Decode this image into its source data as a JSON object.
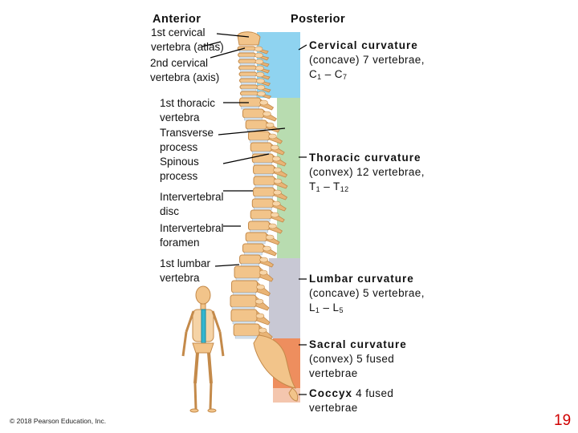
{
  "headers": {
    "anterior": "Anterior",
    "posterior": "Posterior"
  },
  "left_labels": {
    "atlas": [
      "1st cervical",
      "vertebra (atlas)"
    ],
    "axis": [
      "2nd cervical",
      "vertebra (axis)"
    ],
    "first_thoracic": [
      "1st thoracic",
      "vertebra"
    ],
    "transverse": [
      "Transverse",
      "process"
    ],
    "spinous": [
      "Spinous",
      "process"
    ],
    "disc": [
      "Intervertebral",
      "disc"
    ],
    "foramen": [
      "Intervertebral",
      "foramen"
    ],
    "first_lumbar": [
      "1st lumbar",
      "vertebra"
    ]
  },
  "right_labels": {
    "cervical": {
      "title": "Cervical curvature",
      "line2": "(concave) 7 vertebrae,",
      "from": "C",
      "from_sub": "1",
      "dash": " – ",
      "to": "C",
      "to_sub": "7"
    },
    "thoracic": {
      "title": "Thoracic curvature",
      "line2": "(convex) 12 vertebrae,",
      "from": "T",
      "from_sub": "1",
      "dash": " – ",
      "to": "T",
      "to_sub": "12"
    },
    "lumbar": {
      "title": "Lumbar curvature",
      "line2": "(concave) 5 vertebrae,",
      "from": "L",
      "from_sub": "1",
      "dash": " – ",
      "to": "L",
      "to_sub": "5"
    },
    "sacral": {
      "title": "Sacral curvature",
      "line2": "(convex) 5 fused",
      "line3": "vertebrae"
    },
    "coccyx": {
      "title": "Coccyx",
      "title_rest": " 4 fused",
      "line2": "vertebrae"
    }
  },
  "footer": {
    "copyright": "© 2018 Pearson Education, Inc.",
    "page_number": "19"
  },
  "colors": {
    "cervical_region": "#8fd3f0",
    "thoracic_region": "#b8dcb0",
    "lumbar_region": "#c8c8d4",
    "sacral_region": "#ee8e5e",
    "coccyx_region": "#f4c6ae",
    "bone": "#f2c48a",
    "page_number": "#d00000"
  }
}
